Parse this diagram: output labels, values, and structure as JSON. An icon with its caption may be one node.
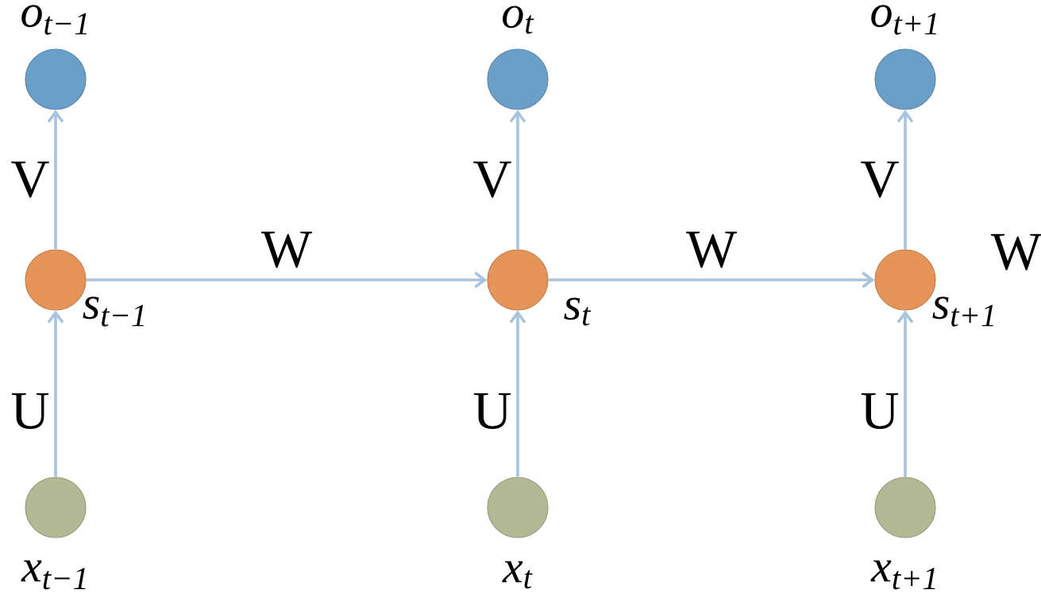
{
  "diagram": {
    "nodes": [
      {
        "text": [
          "o$_{t−1}$"
        ]
      },
      {
        "text": [
          "o$_{t}$"
        ]
      },
      {
        "text": [
          "o$_{t+1}$"
        ]
      },
      {
        "text": [
          "s$_{t−1}$"
        ]
      },
      {
        "text": [
          "s$_{t}$"
        ]
      },
      {
        "text": [
          "s$_{t+1}$"
        ]
      },
      {
        "text": [
          "x$_{t−1}$"
        ]
      },
      {
        "text": [
          "x$_{t}$"
        ]
      },
      {
        "text": [
          "x$_{t+1}$"
        ]
      }
    ],
    "edges": [
      {
        "from": 6,
        "to": 3,
        "arrow": "to",
        "label": "U"
      },
      {
        "from": 3,
        "to": 0,
        "arrow": "to",
        "label": "V"
      },
      {
        "from": 3,
        "to": 4,
        "arrow": "to",
        "label": "W"
      },
      {
        "from": 7,
        "to": 4,
        "arrow": "to",
        "label": "U"
      },
      {
        "from": 4,
        "to": 1,
        "arrow": "to",
        "label": "V"
      },
      {
        "from": 4,
        "to": 5,
        "arrow": "to",
        "label": "W"
      },
      {
        "from": 8,
        "to": 5,
        "arrow": "to",
        "label": "U"
      },
      {
        "from": 5,
        "to": 2,
        "arrow": "to",
        "label": "V"
      }
    ],
    "labels": [
      "W"
    ]
  }
}
